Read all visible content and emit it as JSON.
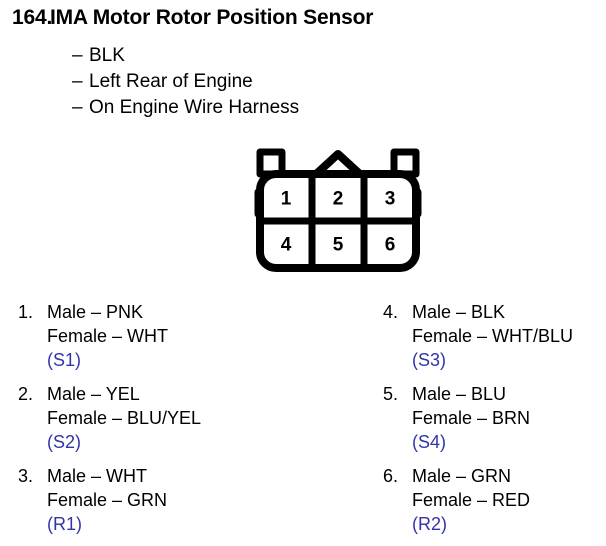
{
  "header": {
    "number": "164.",
    "title": "IMA Motor Rotor Position Sensor"
  },
  "bullets": [
    {
      "dash": "–",
      "text": "BLK"
    },
    {
      "dash": "–",
      "text": "Left Rear of Engine"
    },
    {
      "dash": "–",
      "text": "On Engine Wire Harness"
    }
  ],
  "connector": {
    "name": "6-pin-connector-diagram",
    "rows": 2,
    "cols": 3,
    "pins": [
      "1",
      "2",
      "3",
      "4",
      "5",
      "6"
    ],
    "outline_color": "#000000",
    "fill_color": "#ffffff"
  },
  "pin_list": {
    "code_color": "#3333aa",
    "left": [
      {
        "index": "1.",
        "male": "Male – PNK",
        "female": "Female – WHT",
        "code": "(S1)"
      },
      {
        "index": "2.",
        "male": "Male – YEL",
        "female": "Female – BLU/YEL",
        "code": "(S2)"
      },
      {
        "index": "3.",
        "male": "Male – WHT",
        "female": "Female – GRN",
        "code": "(R1)"
      }
    ],
    "right": [
      {
        "index": "4.",
        "male": "Male – BLK",
        "female": "Female – WHT/BLU",
        "code": "(S3)"
      },
      {
        "index": "5.",
        "male": "Male – BLU",
        "female": "Female – BRN",
        "code": "(S4)"
      },
      {
        "index": "6.",
        "male": "Male – GRN",
        "female": "Female – RED",
        "code": "(R2)"
      }
    ]
  }
}
